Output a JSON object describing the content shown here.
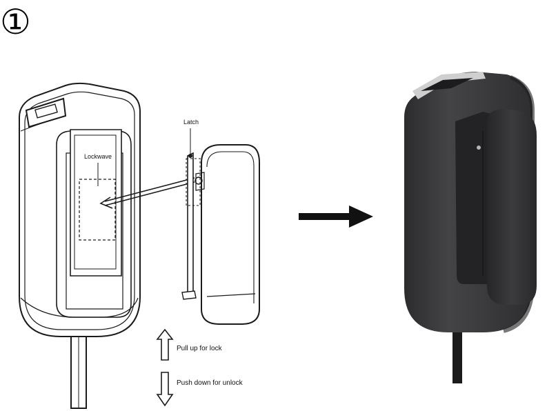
{
  "step_marker": "①",
  "labels": {
    "latch": "Latch",
    "lockwave": "Lockwave",
    "pull_up": "Pull up for lock",
    "push_down": "Push down for unlock"
  },
  "colors": {
    "line": "#1a1a1a",
    "device_body": "#3a3a3c",
    "device_shadow": "#262628",
    "clip": "#2f2f31",
    "usb_port": "#c9c9c9",
    "background": "#ffffff"
  },
  "icons": {
    "direction_arrow": "right-arrow",
    "pull_up_arrow": "up-arrow-outline",
    "push_down_arrow": "down-arrow-outline"
  }
}
